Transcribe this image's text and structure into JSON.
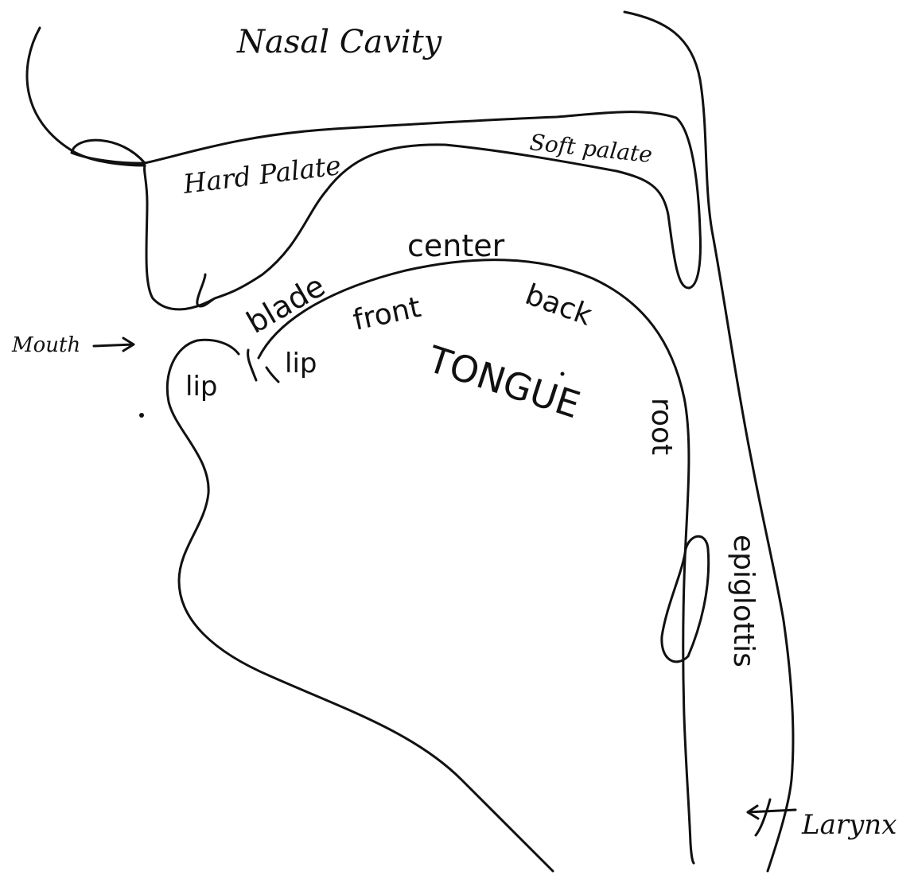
{
  "diagram": {
    "labels": {
      "nasal_cavity": "Nasal Cavity",
      "hard_palate": "Hard Palate",
      "soft_palate": "Soft palate",
      "center": "center",
      "blade": "blade",
      "front": "front",
      "back": "back",
      "mouth": "Mouth",
      "lip_upper": "lip",
      "lip_tongue": "lip",
      "tongue": "TONGUE",
      "root": "root",
      "epiglottis": "epiglottis",
      "larynx": "Larynx"
    },
    "colors": {
      "ink": "#111111",
      "background": "#ffffff"
    }
  }
}
